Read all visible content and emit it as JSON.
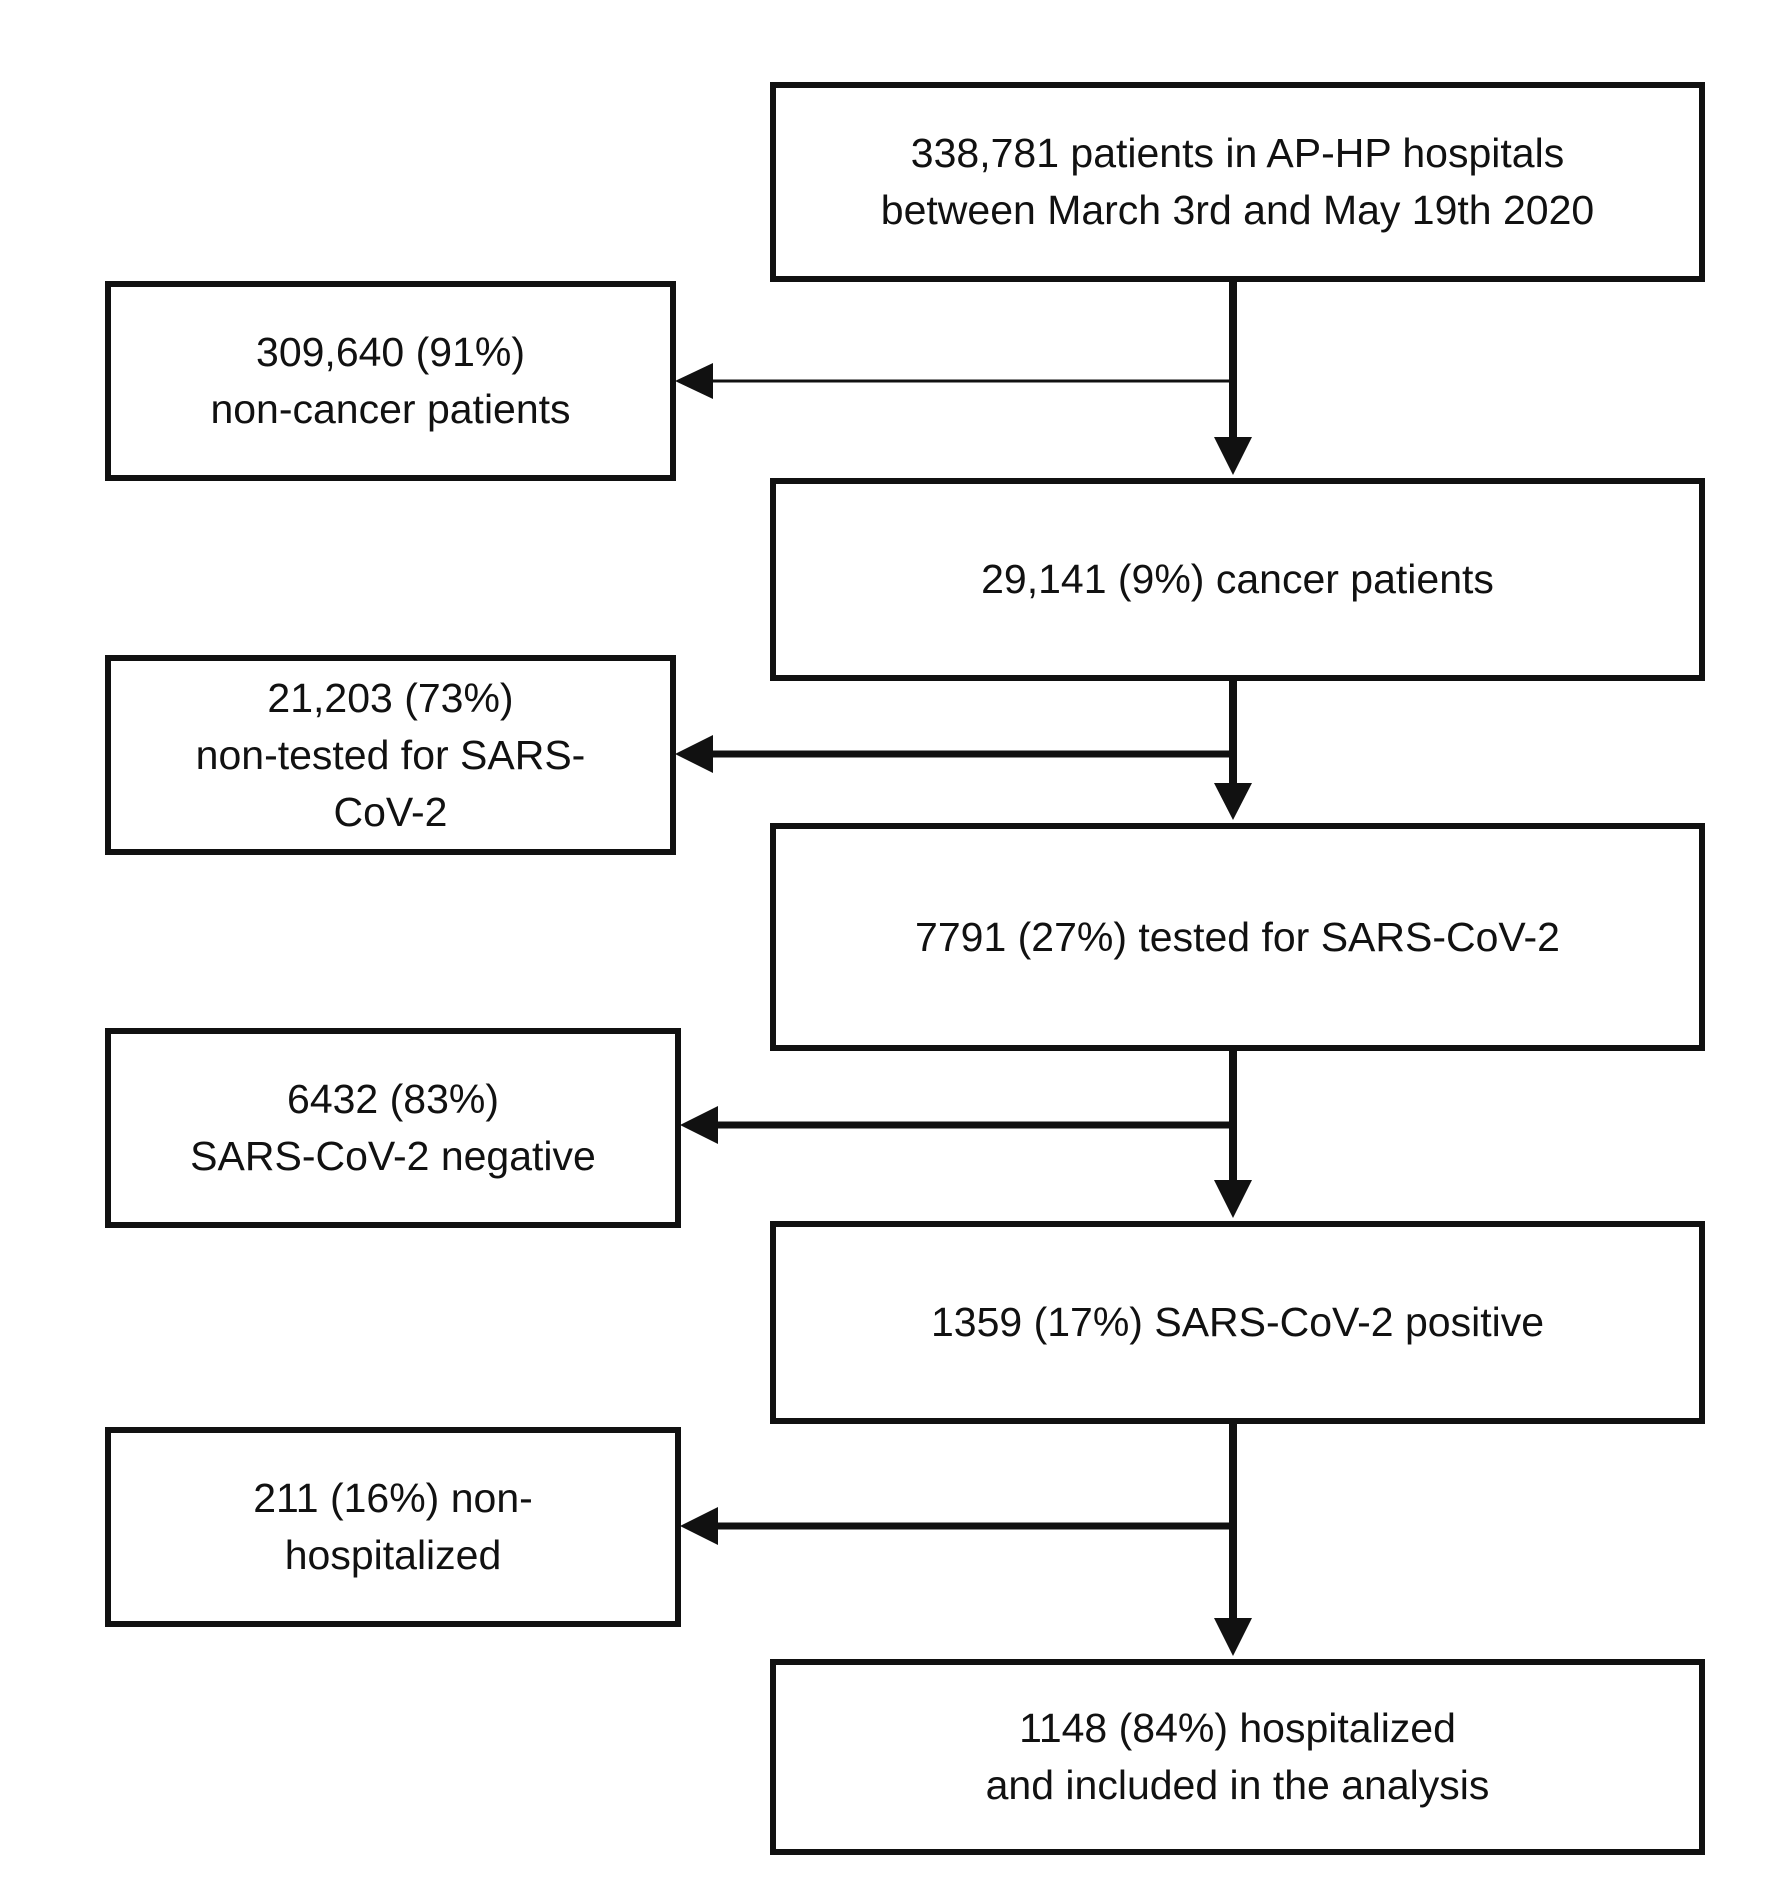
{
  "colors": {
    "stroke": "#111111",
    "background": "#ffffff",
    "text": "#111111"
  },
  "boxes": [
    {
      "id": "all-patients",
      "lines": [
        "338,781 patients in AP-HP hospitals",
        "between March 3rd and May 19th 2020"
      ]
    },
    {
      "id": "non-cancer",
      "lines": [
        "309,640 (91%)",
        "non-cancer patients"
      ]
    },
    {
      "id": "cancer",
      "lines": [
        "29,141 (9%) cancer patients"
      ]
    },
    {
      "id": "non-tested",
      "lines": [
        "21,203  (73%)",
        "non-tested for SARS-",
        "CoV-2"
      ]
    },
    {
      "id": "tested",
      "lines": [
        "7791 (27%) tested for SARS-CoV-2"
      ]
    },
    {
      "id": "negative",
      "lines": [
        "6432  (83%)",
        "SARS-CoV-2 negative"
      ]
    },
    {
      "id": "positive",
      "lines": [
        "1359 (17%) SARS-CoV-2 positive"
      ]
    },
    {
      "id": "non-hospitalized",
      "lines": [
        "211  (16%) non-",
        "hospitalized"
      ]
    },
    {
      "id": "hospitalized",
      "lines": [
        "1148 (84%) hospitalized",
        "and included in the analysis"
      ]
    }
  ]
}
